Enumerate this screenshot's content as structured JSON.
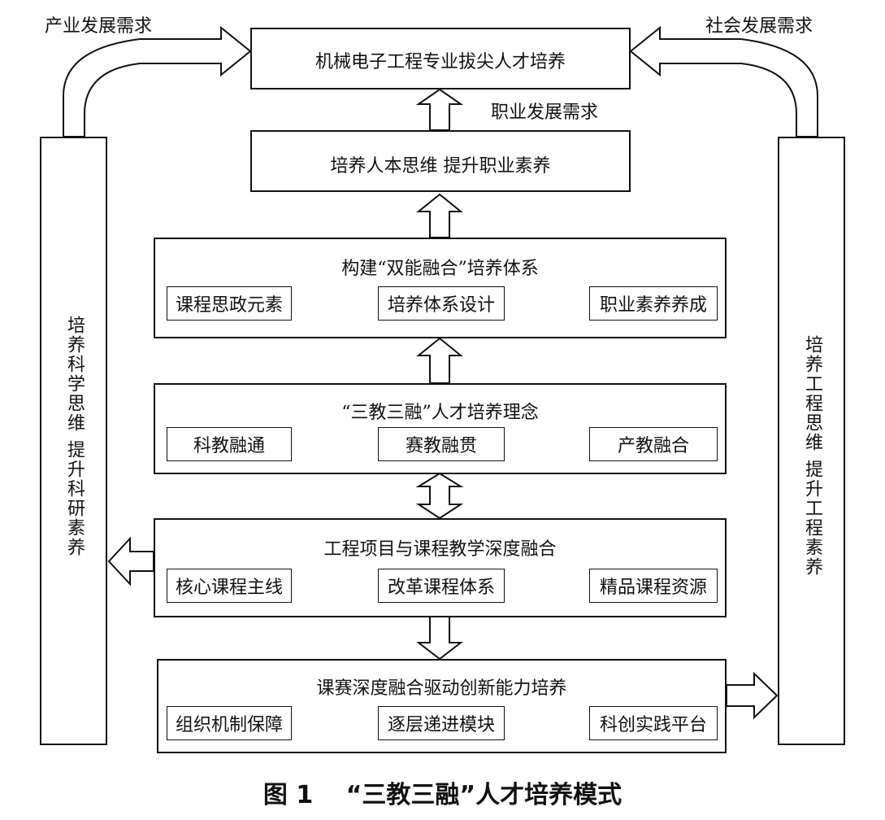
{
  "top_box": "机械电子工程专业拔尖人才培养",
  "left_top_label": "产业发展需求",
  "right_top_label": "社会发展需求",
  "mid_label": "职业发展需求",
  "box2": "培养人本思维  提升职业素养",
  "box3": {
    "title": "构建“双能融合”培养体系",
    "items": [
      "课程思政元素",
      "培养体系设计",
      "职业素养养成"
    ]
  },
  "box4": {
    "title": "“三教三融”人才培养理念",
    "items": [
      "科教融通",
      "赛教融贯",
      "产教融合"
    ]
  },
  "box5": {
    "title": "工程项目与课程教学深度融合",
    "items": [
      "核心课程主线",
      "改革课程体系",
      "精品课程资源"
    ]
  },
  "box6": {
    "title": "课赛深度融合驱动创新能力培养",
    "items": [
      "组织机制保障",
      "逐层递进模块",
      "科创实践平台"
    ]
  },
  "left_column": "培养科学思维  提升科研素养",
  "right_column": "培养工程思维  提升工程素养",
  "caption": "图 1　 “三教三融”人才培养模式"
}
